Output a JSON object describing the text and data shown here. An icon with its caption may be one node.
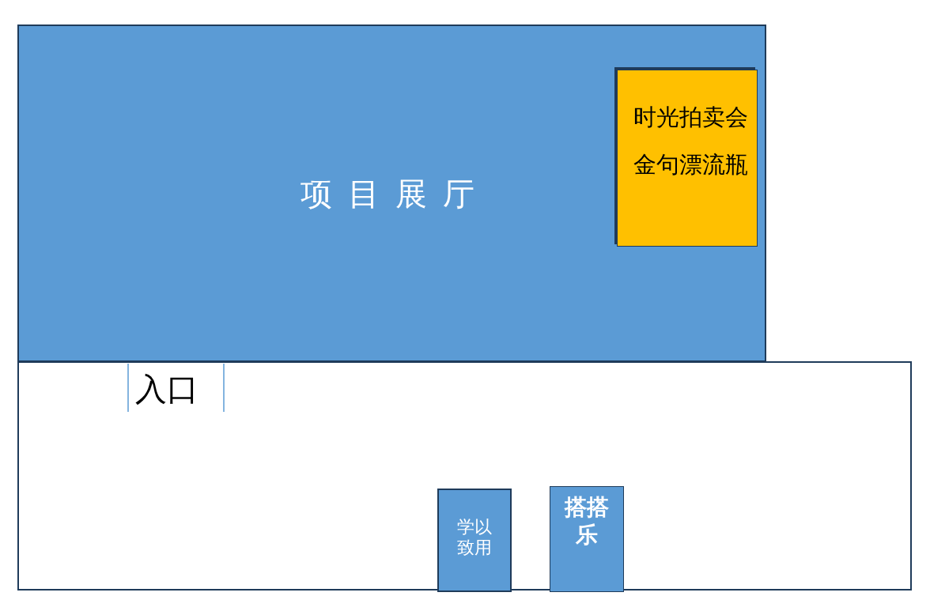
{
  "diagram": {
    "nodes": [
      {
        "text": [
          "项目展厅"
        ]
      },
      {
        "text": [
          "时光拍卖会",
          "金句漂流瓶"
        ],
        "in": 0
      },
      {
        "text": [],
        "shape": "box"
      },
      {
        "text": [
          "学以致用"
        ],
        "in": 2
      },
      {
        "text": [
          "搭搭乐"
        ],
        "in": 2
      }
    ],
    "labels": [
      "入口"
    ]
  }
}
